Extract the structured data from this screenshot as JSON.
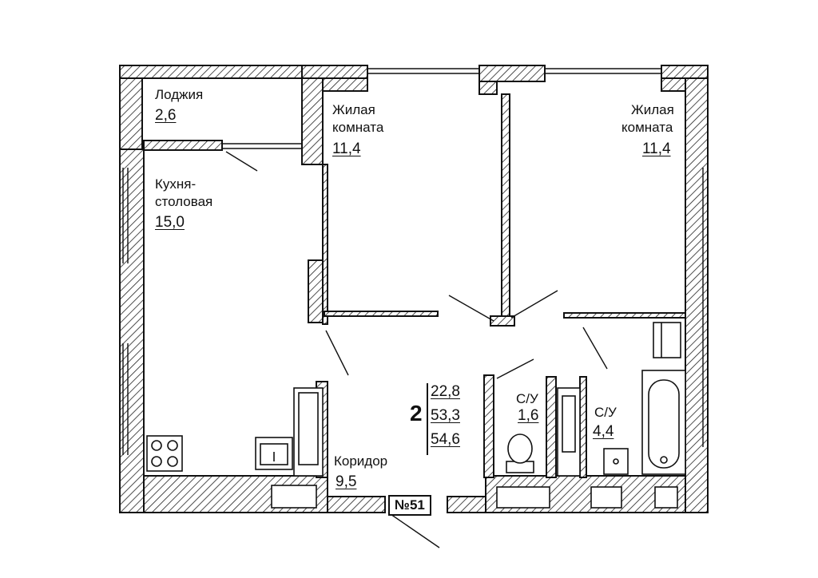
{
  "rooms": {
    "loggia": {
      "name": "Лоджия",
      "area": "2,6"
    },
    "kitchen": {
      "name_line1": "Кухня-",
      "name_line2": "столовая",
      "area": "15,0"
    },
    "living1": {
      "name_line1": "Жилая",
      "name_line2": "комната",
      "area": "11,4"
    },
    "living2": {
      "name_line1": "Жилая",
      "name_line2": "комната",
      "area": "11,4"
    },
    "bath_small": {
      "name": "С/У",
      "area": "1,6"
    },
    "bath_large": {
      "name": "С/У",
      "area": "4,4"
    },
    "corridor": {
      "name": "Коридор",
      "area": "9,5"
    }
  },
  "summary": {
    "room_count": "2",
    "living_area": "22,8",
    "total_area": "53,3",
    "total_with_loggia": "54,6"
  },
  "flat_number": "№51",
  "colors": {
    "wall_line": "#111111",
    "hatch": "#222222",
    "background": "#ffffff"
  }
}
